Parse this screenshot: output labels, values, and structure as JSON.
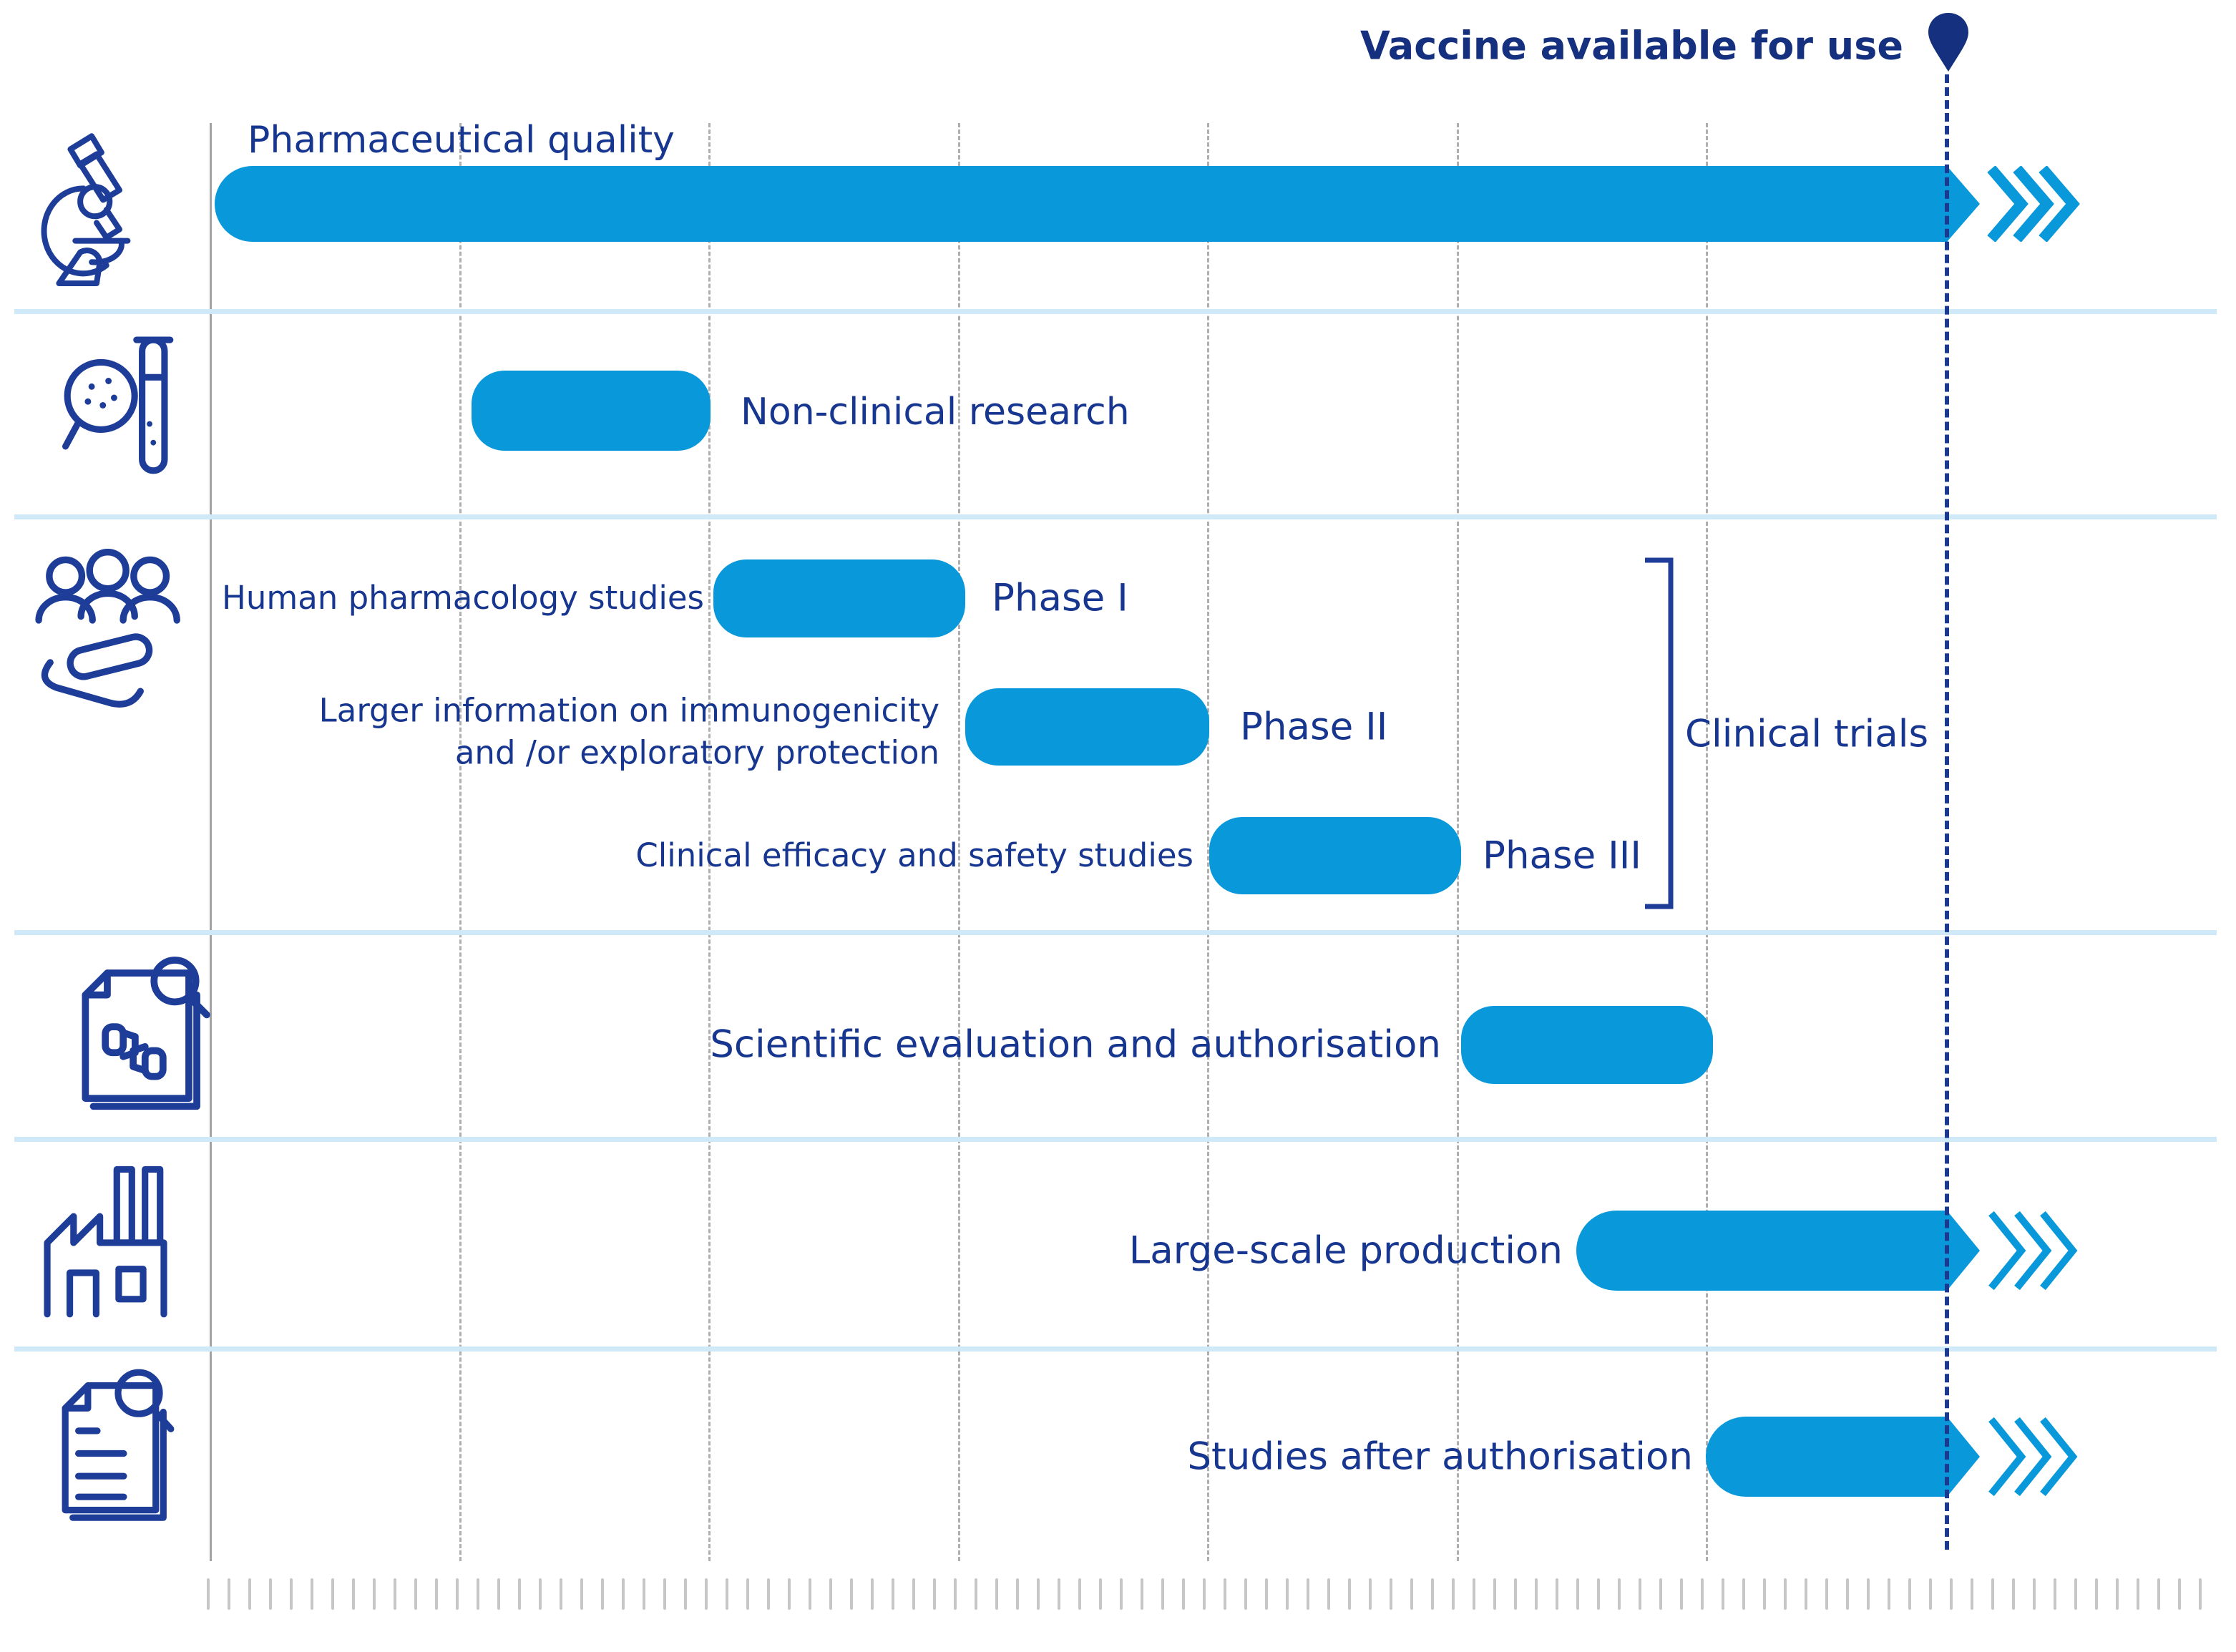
{
  "palette": {
    "bar_blue": "#0998DA",
    "text_navy": "#17368F",
    "title_navy": "#15307E",
    "icon_navy": "#1E3D99",
    "marker_navy": "#1B3A8F",
    "grid_gray": "#AFAFAF",
    "divider_blue": "#CFE9F8",
    "ruler_gray": "#C7C7C7"
  },
  "header": {
    "title": "Vaccine available for use",
    "marker_icon": "location-pin-icon"
  },
  "rows": [
    {
      "id": "pharmaceutical-quality",
      "icon": "microscope-icon",
      "label": "Pharmaceutical quality"
    },
    {
      "id": "non-clinical-research",
      "icon": "magnifier-testtube-icon",
      "label": "Non-clinical research"
    },
    {
      "id": "clinical-trials",
      "icon": "people-icon",
      "group_label": "Clinical trials",
      "phases": [
        {
          "description": "Human pharmacology studies",
          "phase_label": "Phase I"
        },
        {
          "description_lines": [
            "Larger information on immunogenicity",
            "and /or exploratory protection"
          ],
          "phase_label": "Phase II"
        },
        {
          "description": "Clinical efficacy and safety studies",
          "phase_label": "Phase III"
        }
      ]
    },
    {
      "id": "scientific-evaluation",
      "icon": "document-review-icon",
      "label": "Scientific evaluation and authorisation"
    },
    {
      "id": "large-scale-production",
      "icon": "factory-icon",
      "label": "Large-scale production"
    },
    {
      "id": "studies-after-authorisation",
      "icon": "document-search-icon",
      "label": "Studies after authorisation"
    }
  ],
  "ruler": {
    "tick_count": 97
  },
  "chart_data": {
    "type": "gantt",
    "title": "Vaccine development timeline",
    "axis": {
      "unit": "timeline interval",
      "total_units": 8,
      "marker_label": "Vaccine available for use",
      "marker_position": 6.97,
      "grid": "dashed vertical lines each unit"
    },
    "bars": [
      {
        "name": "Pharmaceutical quality",
        "start": 0.02,
        "end": 6.97,
        "continues_past_marker": true
      },
      {
        "name": "Non-clinical research",
        "start": 1.05,
        "end": 2.01,
        "continues_past_marker": false
      },
      {
        "name": "Phase I - Human pharmacology studies",
        "start": 2.02,
        "end": 3.03,
        "continues_past_marker": false
      },
      {
        "name": "Phase II - Larger information on immunogenicity and /or exploratory protection",
        "start": 3.03,
        "end": 4.01,
        "continues_past_marker": false
      },
      {
        "name": "Phase III - Clinical efficacy and safety studies",
        "start": 4.01,
        "end": 5.02,
        "continues_past_marker": false
      },
      {
        "name": "Scientific evaluation and authorisation",
        "start": 5.02,
        "end": 6.03,
        "continues_past_marker": false
      },
      {
        "name": "Large-scale production",
        "start": 5.48,
        "end": 6.97,
        "continues_past_marker": true
      },
      {
        "name": "Studies after authorisation",
        "start": 6.0,
        "end": 6.97,
        "continues_past_marker": true
      }
    ]
  }
}
